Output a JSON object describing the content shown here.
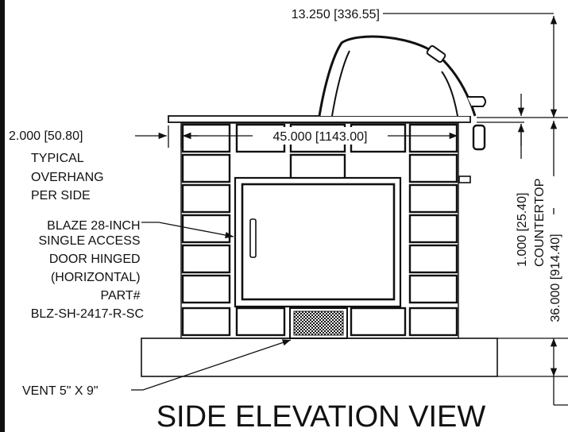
{
  "title": "SIDE ELEVATION VIEW",
  "dimensions": {
    "grill_height": "13.250 [336.55]",
    "overhang": "2.000 [50.80]",
    "overhang_note_lines": [
      "TYPICAL",
      "OVERHANG",
      "PER SIDE"
    ],
    "island_width": "45.000 [1143.00]",
    "countertop_thickness_lines": [
      "1.000 [25.40]",
      "COUNTERTOP"
    ],
    "countertop_height": "36.000 [914.40]"
  },
  "callouts": {
    "door_lines": [
      "BLAZE 28-INCH",
      "SINGLE ACCESS",
      "DOOR HINGED",
      "(HORIZONTAL)",
      "PART#",
      "BLZ-SH-2417-R-SC"
    ],
    "vent": "VENT 5\" X 9\""
  }
}
